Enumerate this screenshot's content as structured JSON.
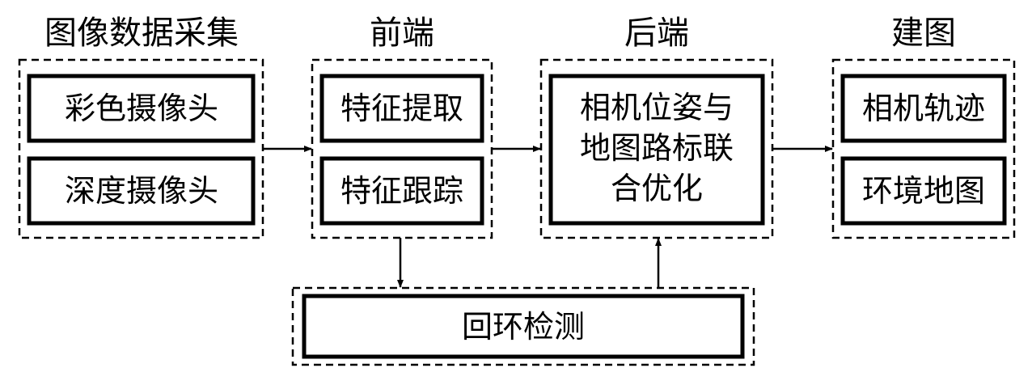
{
  "groups": {
    "acquisition": {
      "title": "图像数据采集",
      "items": [
        "彩色摄像头",
        "深度摄像头"
      ]
    },
    "frontend": {
      "title": "前端",
      "items": [
        "特征提取",
        "特征跟踪"
      ]
    },
    "backend": {
      "title": "后端",
      "lines": [
        "相机位姿与",
        "地图路标联",
        "合优化"
      ]
    },
    "mapping": {
      "title": "建图",
      "items": [
        "相机轨迹",
        "环境地图"
      ]
    },
    "loop": {
      "label": "回环检测"
    }
  },
  "colors": {
    "stroke": "#000000",
    "background": "#ffffff"
  }
}
